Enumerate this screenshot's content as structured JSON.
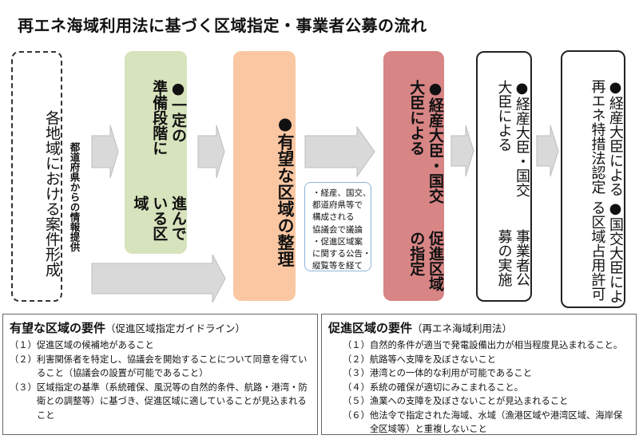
{
  "title": "再エネ海域利用法に基づく区域指定・事業者公募の流れ",
  "flow": {
    "step1": [
      "各地域における案件形成"
    ],
    "source_label": "都道府県からの情報提供",
    "step2": [
      "●一定の準備段階に",
      "進んでいる区域"
    ],
    "step3": [
      "●有望な区域の整理"
    ],
    "note": [
      "・経産、国交、",
      "都道府県等で",
      "構成される",
      "協議会で議論",
      "・促進区域案",
      "に関する公告・",
      "縦覧等を経て"
    ],
    "step4": [
      "●経産大臣・国交大臣による",
      "促進区域の指定"
    ],
    "step5": [
      "●経産大臣・国交大臣による",
      "事業者公募の実施"
    ],
    "step6": [
      "●経産大臣による再エネ特措法認定",
      "●国交大臣による区域占用許可"
    ]
  },
  "left_panel": {
    "heading": "有望な区域の要件",
    "subheading": "（促進区域指定ガイドライン）",
    "items": [
      "（１）促進区域の候補地があること",
      "（２）利害関係者を特定し、協議会を開始することについて同意を得ていること（協議会の設置が可能であること）",
      "（３）区域指定の基準（系統確保、風況等の自然的条件、航路・港湾・防衛との調整等）に基づき、促進区域に適していることが見込まれること"
    ]
  },
  "right_panel": {
    "heading": "促進区域の要件",
    "subheading": "（再エネ海域利用法）",
    "items": [
      "（１）自然的条件が適当で発電設備出力が相当程度見込まれること。",
      "（２）航路等へ支障を及ぼさないこと",
      "（３）港湾との一体的な利用が可能であること",
      "（４）系統の確保が適切にみこまれること。",
      "（５）漁業への支障を及ぼさないことが見込まれること",
      "（６）他法令で指定された海域、水域（漁港区域や港湾区域、海岸保全区域等）と重複しないこと"
    ]
  },
  "colors": {
    "green": "#d6e3bc",
    "orange": "#fbc7a2",
    "red": "#d88585",
    "arrow": "#d9d9d9"
  }
}
